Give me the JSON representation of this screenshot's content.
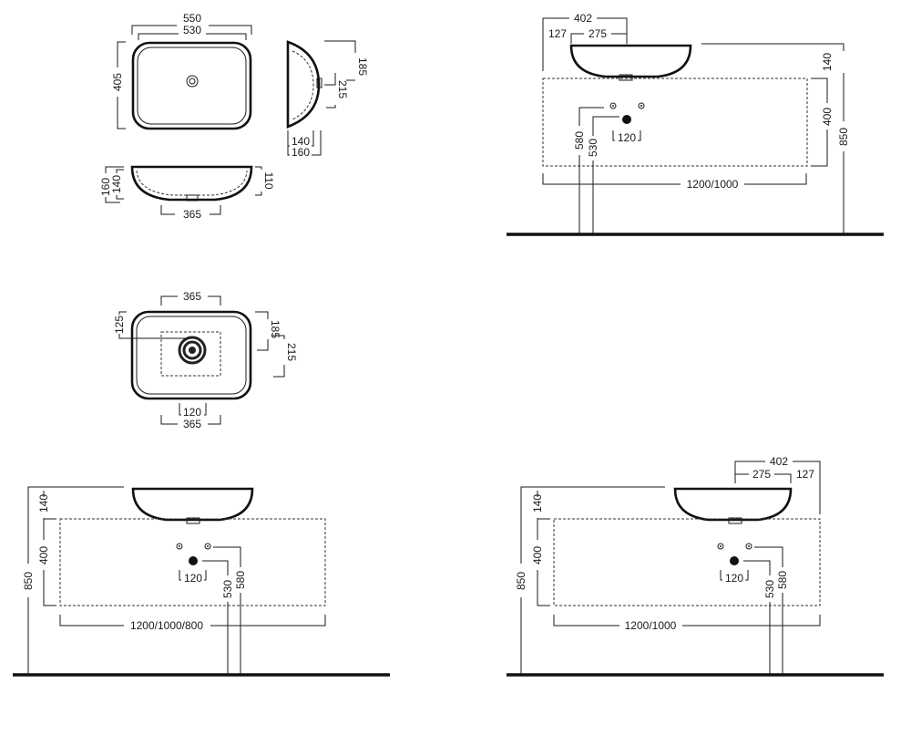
{
  "drawing": {
    "top_view": {
      "overall_width": "550",
      "inner_width": "530",
      "depth": "405"
    },
    "side_view": {
      "height_outer": "185",
      "height_inner": "215",
      "bottom_a": "140",
      "bottom_b": "160"
    },
    "front_view": {
      "h_outer": "160",
      "h_inner": "140",
      "h_right": "110",
      "base_width": "365"
    },
    "drain_view": {
      "top_width": "365",
      "offset": "125",
      "right_a": "185",
      "right_b": "215",
      "hole_spacing": "120",
      "bottom_width": "365"
    },
    "elevation_top_right": {
      "total": "402",
      "left_offset": "127",
      "span": "275",
      "rim_to_counter": "140",
      "cabinet_height": "400",
      "floor_to_rim": "850",
      "pipe_a": "580",
      "pipe_b": "530",
      "hole_spacing": "120",
      "cabinet_widths": "1200/1000"
    },
    "elevation_bottom_left": {
      "rim_to_counter": "140",
      "cabinet_height": "400",
      "floor_to_rim": "850",
      "pipe_a": "530",
      "pipe_b": "580",
      "hole_spacing": "120",
      "cabinet_widths": "1200/1000/800"
    },
    "elevation_bottom_right": {
      "total": "402",
      "span": "275",
      "right_offset": "127",
      "rim_to_counter": "140",
      "cabinet_height": "400",
      "floor_to_rim": "850",
      "pipe_a": "530",
      "pipe_b": "580",
      "hole_spacing": "120",
      "cabinet_widths": "1200/1000"
    }
  }
}
